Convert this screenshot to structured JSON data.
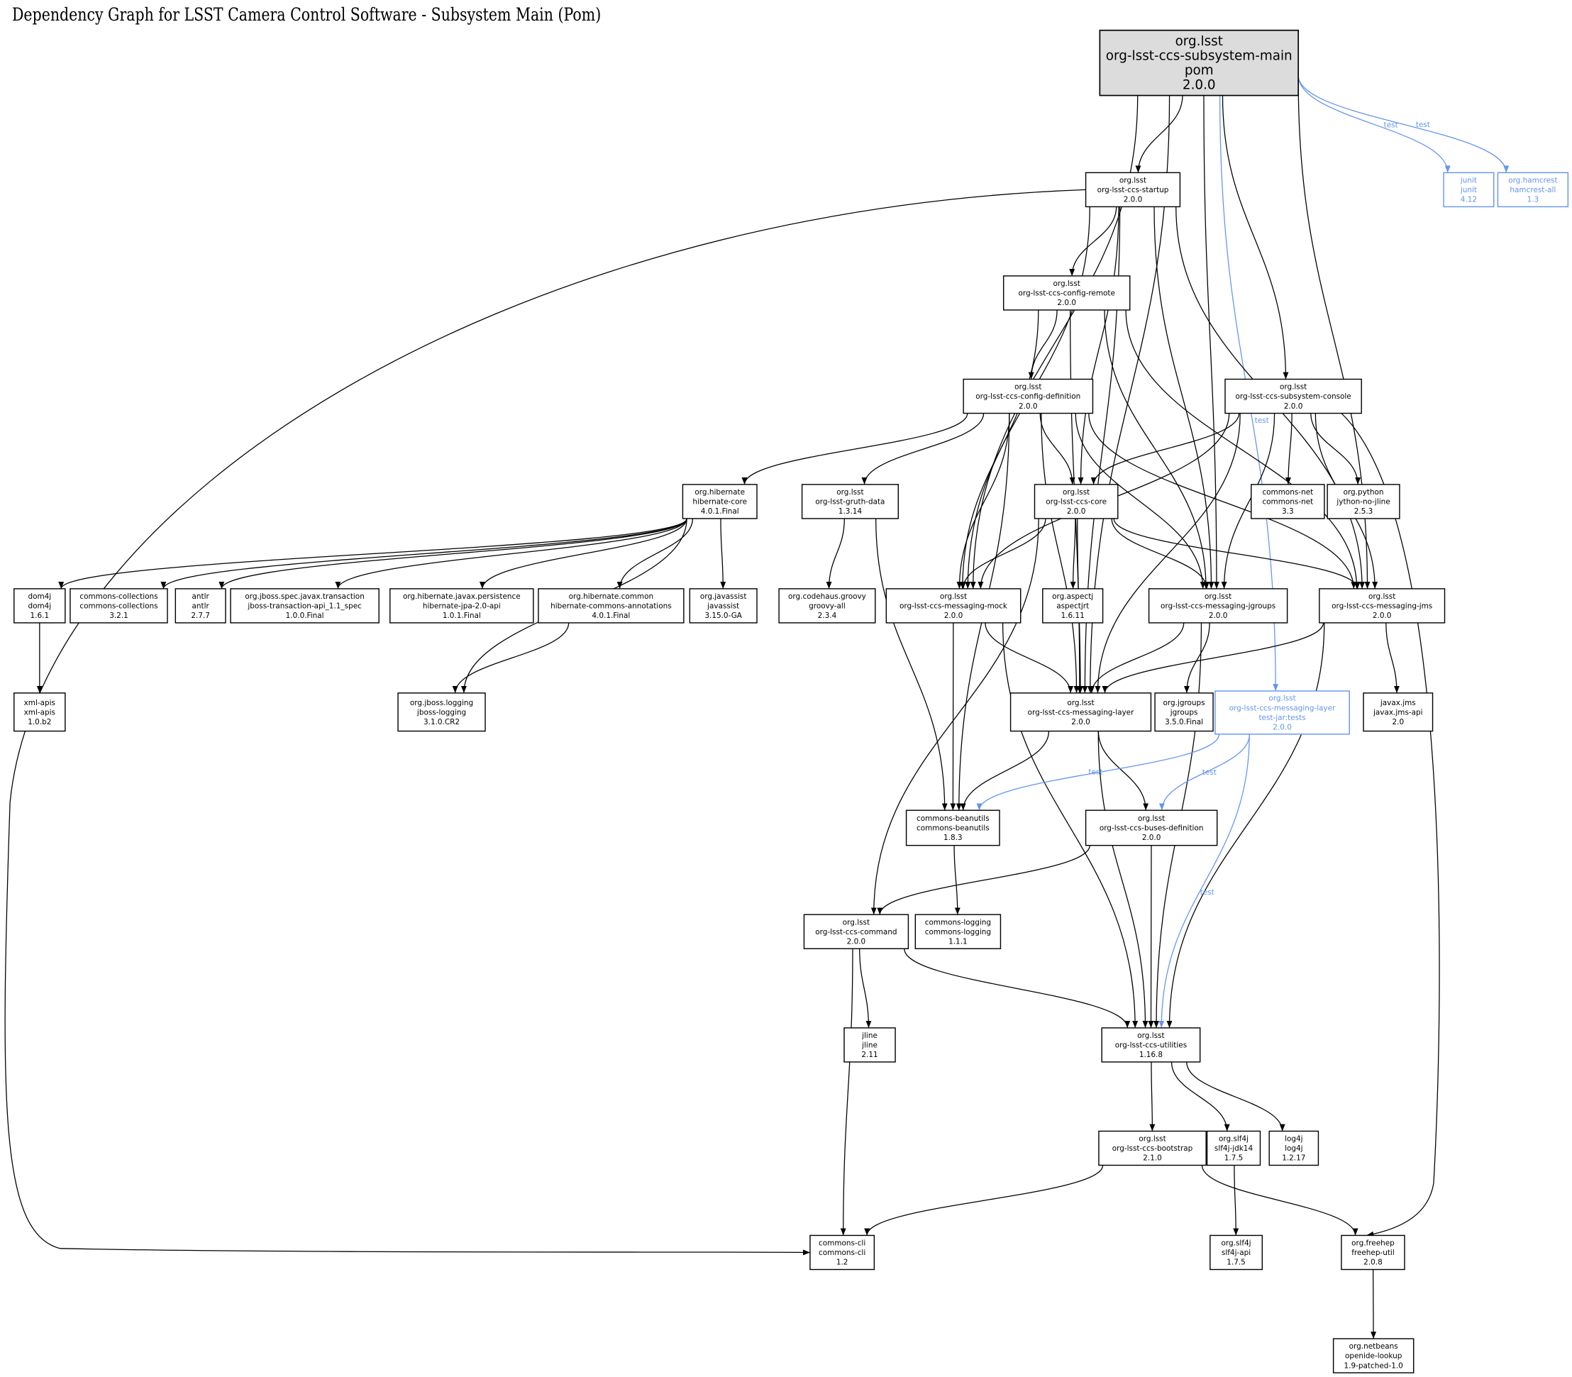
{
  "title": "Dependency Graph for LSST Camera Control Software - Subsystem Main (Pom)",
  "colors": {
    "normal": "#000000",
    "test": "#6495ed",
    "root_fill": "#dcdcdc"
  },
  "nodes": {
    "main": {
      "lines": [
        "org.lsst",
        "org-lsst-ccs-subsystem-main",
        "pom",
        "2.0.0"
      ],
      "root": true
    },
    "startup": {
      "lines": [
        "org.lsst",
        "org-lsst-ccs-startup",
        "2.0.0"
      ]
    },
    "junit": {
      "lines": [
        "junit",
        "junit",
        "4.12"
      ],
      "test": true
    },
    "hamcrest": {
      "lines": [
        "org.hamcrest",
        "hamcrest-all",
        "1.3"
      ],
      "test": true
    },
    "config_remote": {
      "lines": [
        "org.lsst",
        "org-lsst-ccs-config-remote",
        "2.0.0"
      ]
    },
    "config_definition": {
      "lines": [
        "org.lsst",
        "org-lsst-ccs-config-definition",
        "2.0.0"
      ]
    },
    "console": {
      "lines": [
        "org.lsst",
        "org-lsst-ccs-subsystem-console",
        "2.0.0"
      ]
    },
    "hibernate_core": {
      "lines": [
        "org.hibernate",
        "hibernate-core",
        "4.0.1.Final"
      ]
    },
    "gruth": {
      "lines": [
        "org.lsst",
        "org-lsst-gruth-data",
        "1.3.14"
      ]
    },
    "core": {
      "lines": [
        "org.lsst",
        "org-lsst-ccs-core",
        "2.0.0"
      ]
    },
    "commons_net": {
      "lines": [
        "commons-net",
        "commons-net",
        "3.3"
      ]
    },
    "jython": {
      "lines": [
        "org.python",
        "jython-no-jline",
        "2.5.3"
      ]
    },
    "dom4j": {
      "lines": [
        "dom4j",
        "dom4j",
        "1.6.1"
      ]
    },
    "collections": {
      "lines": [
        "commons-collections",
        "commons-collections",
        "3.2.1"
      ]
    },
    "antlr": {
      "lines": [
        "antlr",
        "antlr",
        "2.7.7"
      ]
    },
    "jta": {
      "lines": [
        "org.jboss.spec.javax.transaction",
        "jboss-transaction-api_1.1_spec",
        "1.0.0.Final"
      ]
    },
    "jpa": {
      "lines": [
        "org.hibernate.javax.persistence",
        "hibernate-jpa-2.0-api",
        "1.0.1.Final"
      ]
    },
    "annotations": {
      "lines": [
        "org.hibernate.common",
        "hibernate-commons-annotations",
        "4.0.1.Final"
      ]
    },
    "javassist": {
      "lines": [
        "org.javassist",
        "javassist",
        "3.15.0-GA"
      ]
    },
    "groovy": {
      "lines": [
        "org.codehaus.groovy",
        "groovy-all",
        "2.3.4"
      ]
    },
    "mock": {
      "lines": [
        "org.lsst",
        "org-lsst-ccs-messaging-mock",
        "2.0.0"
      ]
    },
    "aspectj": {
      "lines": [
        "org.aspectj",
        "aspectjrt",
        "1.6.11"
      ]
    },
    "msg_jgroups": {
      "lines": [
        "org.lsst",
        "org-lsst-ccs-messaging-jgroups",
        "2.0.0"
      ]
    },
    "msg_jms": {
      "lines": [
        "org.lsst",
        "org-lsst-ccs-messaging-jms",
        "2.0.0"
      ]
    },
    "xml_apis": {
      "lines": [
        "xml-apis",
        "xml-apis",
        "1.0.b2"
      ]
    },
    "jboss_logging": {
      "lines": [
        "org.jboss.logging",
        "jboss-logging",
        "3.1.0.CR2"
      ]
    },
    "msg_layer": {
      "lines": [
        "org.lsst",
        "org-lsst-ccs-messaging-layer",
        "2.0.0"
      ]
    },
    "jgroups": {
      "lines": [
        "org.jgroups",
        "jgroups",
        "3.5.0.Final"
      ]
    },
    "test_jar": {
      "lines": [
        "org.lsst",
        "org-lsst-ccs-messaging-layer",
        "test-jar:tests",
        "2.0.0"
      ],
      "test": true
    },
    "javax_jms": {
      "lines": [
        "javax.jms",
        "javax.jms-api",
        "2.0"
      ]
    },
    "beanutils": {
      "lines": [
        "commons-beanutils",
        "commons-beanutils",
        "1.8.3"
      ]
    },
    "buses": {
      "lines": [
        "org.lsst",
        "org-lsst-ccs-buses-definition",
        "2.0.0"
      ]
    },
    "command": {
      "lines": [
        "org.lsst",
        "org-lsst-ccs-command",
        "2.0.0"
      ]
    },
    "commons_logging": {
      "lines": [
        "commons-logging",
        "commons-logging",
        "1.1.1"
      ]
    },
    "jline": {
      "lines": [
        "jline",
        "jline",
        "2.11"
      ]
    },
    "utilities": {
      "lines": [
        "org.lsst",
        "org-lsst-ccs-utilities",
        "1.16.8"
      ]
    },
    "bootstrap": {
      "lines": [
        "org.lsst",
        "org-lsst-ccs-bootstrap",
        "2.1.0"
      ]
    },
    "slf4j_jdk14": {
      "lines": [
        "org.slf4j",
        "slf4j-jdk14",
        "1.7.5"
      ]
    },
    "log4j": {
      "lines": [
        "log4j",
        "log4j",
        "1.2.17"
      ]
    },
    "commons_cli": {
      "lines": [
        "commons-cli",
        "commons-cli",
        "1.2"
      ]
    },
    "slf4j_api": {
      "lines": [
        "org.slf4j",
        "slf4j-api",
        "1.7.5"
      ]
    },
    "freehep": {
      "lines": [
        "org.freehep",
        "freehep-util",
        "2.0.8"
      ]
    },
    "openide": {
      "lines": [
        "org.netbeans",
        "openide-lookup",
        "1.9-patched-1.0"
      ]
    }
  },
  "edges": [
    [
      "main",
      "startup"
    ],
    [
      "main",
      "mock"
    ],
    [
      "main",
      "msg_layer"
    ],
    [
      "main",
      "msg_jgroups"
    ],
    [
      "main",
      "console"
    ],
    [
      "main",
      "msg_jms"
    ],
    [
      "main",
      "junit",
      "test"
    ],
    [
      "main",
      "hamcrest",
      "test"
    ],
    [
      "main",
      "test_jar",
      "test"
    ],
    [
      "startup",
      "commons_cli"
    ],
    [
      "startup",
      "mock"
    ],
    [
      "startup",
      "config_remote"
    ],
    [
      "startup",
      "core"
    ],
    [
      "startup",
      "msg_layer"
    ],
    [
      "startup",
      "msg_jgroups"
    ],
    [
      "startup",
      "msg_jms"
    ],
    [
      "config_remote",
      "config_definition"
    ],
    [
      "config_remote",
      "mock"
    ],
    [
      "config_remote",
      "msg_layer"
    ],
    [
      "config_remote",
      "msg_jgroups"
    ],
    [
      "config_remote",
      "msg_jms"
    ],
    [
      "config_definition",
      "hibernate_core"
    ],
    [
      "config_definition",
      "gruth"
    ],
    [
      "config_definition",
      "beanutils"
    ],
    [
      "config_definition",
      "mock"
    ],
    [
      "config_definition",
      "core"
    ],
    [
      "config_definition",
      "msg_layer"
    ],
    [
      "config_definition",
      "msg_jgroups"
    ],
    [
      "config_definition",
      "msg_jms"
    ],
    [
      "console",
      "mock"
    ],
    [
      "console",
      "core"
    ],
    [
      "console",
      "msg_jgroups"
    ],
    [
      "console",
      "msg_layer"
    ],
    [
      "console",
      "commons_net"
    ],
    [
      "console",
      "jython"
    ],
    [
      "console",
      "msg_jms"
    ],
    [
      "console",
      "freehep"
    ],
    [
      "hibernate_core",
      "dom4j"
    ],
    [
      "hibernate_core",
      "collections"
    ],
    [
      "hibernate_core",
      "antlr"
    ],
    [
      "hibernate_core",
      "jta"
    ],
    [
      "hibernate_core",
      "jboss_logging"
    ],
    [
      "hibernate_core",
      "jpa"
    ],
    [
      "hibernate_core",
      "annotations"
    ],
    [
      "hibernate_core",
      "javassist"
    ],
    [
      "gruth",
      "groovy"
    ],
    [
      "gruth",
      "beanutils"
    ],
    [
      "core",
      "mock"
    ],
    [
      "core",
      "aspectj"
    ],
    [
      "core",
      "msg_layer"
    ],
    [
      "core",
      "msg_jgroups"
    ],
    [
      "core",
      "msg_jms"
    ],
    [
      "core",
      "command"
    ],
    [
      "dom4j",
      "xml_apis"
    ],
    [
      "annotations",
      "jboss_logging"
    ],
    [
      "mock",
      "beanutils"
    ],
    [
      "mock",
      "msg_layer"
    ],
    [
      "mock",
      "utilities"
    ],
    [
      "msg_jgroups",
      "msg_layer"
    ],
    [
      "msg_jgroups",
      "jgroups"
    ],
    [
      "msg_jgroups",
      "utilities"
    ],
    [
      "msg_jms",
      "msg_layer"
    ],
    [
      "msg_jms",
      "javax_jms"
    ],
    [
      "msg_jms",
      "utilities"
    ],
    [
      "msg_layer",
      "beanutils"
    ],
    [
      "msg_layer",
      "buses"
    ],
    [
      "msg_layer",
      "utilities"
    ],
    [
      "test_jar",
      "beanutils",
      "test"
    ],
    [
      "test_jar",
      "buses",
      "test"
    ],
    [
      "test_jar",
      "utilities",
      "test"
    ],
    [
      "buses",
      "command"
    ],
    [
      "buses",
      "utilities"
    ],
    [
      "beanutils",
      "commons_logging"
    ],
    [
      "command",
      "jline"
    ],
    [
      "command",
      "utilities"
    ],
    [
      "command",
      "commons_cli"
    ],
    [
      "utilities",
      "bootstrap"
    ],
    [
      "utilities",
      "slf4j_jdk14"
    ],
    [
      "utilities",
      "log4j"
    ],
    [
      "bootstrap",
      "commons_cli"
    ],
    [
      "bootstrap",
      "freehep"
    ],
    [
      "slf4j_jdk14",
      "slf4j_api"
    ],
    [
      "freehep",
      "openide"
    ]
  ]
}
